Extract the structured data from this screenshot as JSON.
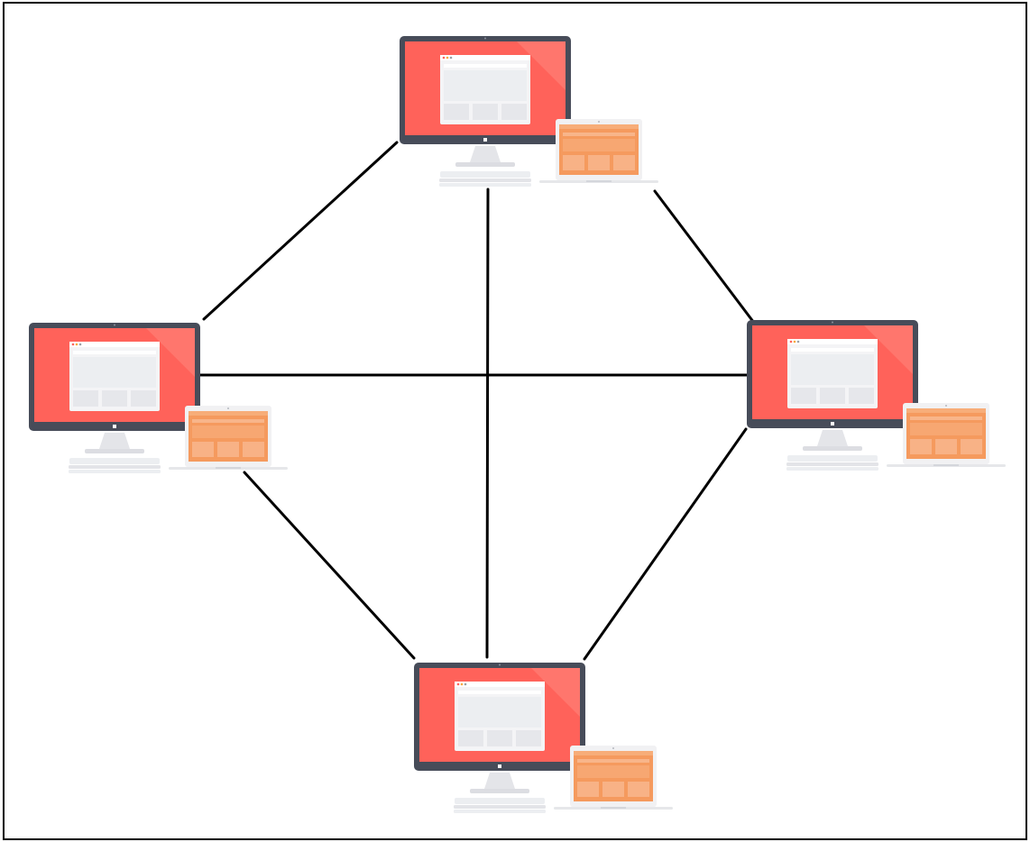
{
  "diagram": {
    "type": "mesh-network",
    "nodes": [
      {
        "id": "top",
        "devices": [
          "monitor-icon",
          "laptop-icon"
        ]
      },
      {
        "id": "left",
        "devices": [
          "monitor-icon",
          "laptop-icon"
        ]
      },
      {
        "id": "right",
        "devices": [
          "monitor-icon",
          "laptop-icon"
        ]
      },
      {
        "id": "bottom",
        "devices": [
          "monitor-icon",
          "laptop-icon"
        ]
      }
    ],
    "links": [
      {
        "from": "top",
        "to": "left"
      },
      {
        "from": "top",
        "to": "right"
      },
      {
        "from": "top",
        "to": "bottom"
      },
      {
        "from": "left",
        "to": "right"
      },
      {
        "from": "left",
        "to": "bottom"
      },
      {
        "from": "right",
        "to": "bottom"
      }
    ]
  },
  "colors": {
    "frame": "#000000",
    "link": "#000000",
    "monitor_bezel": "#474c59",
    "monitor_screen": "#ff625a",
    "monitor_screen_glare": "#ff7d74",
    "browser_window": "#f4f4f6",
    "laptop_body": "#f1f1f3",
    "laptop_screen": "#f59a5e",
    "keyboard": "#e9eaee"
  }
}
